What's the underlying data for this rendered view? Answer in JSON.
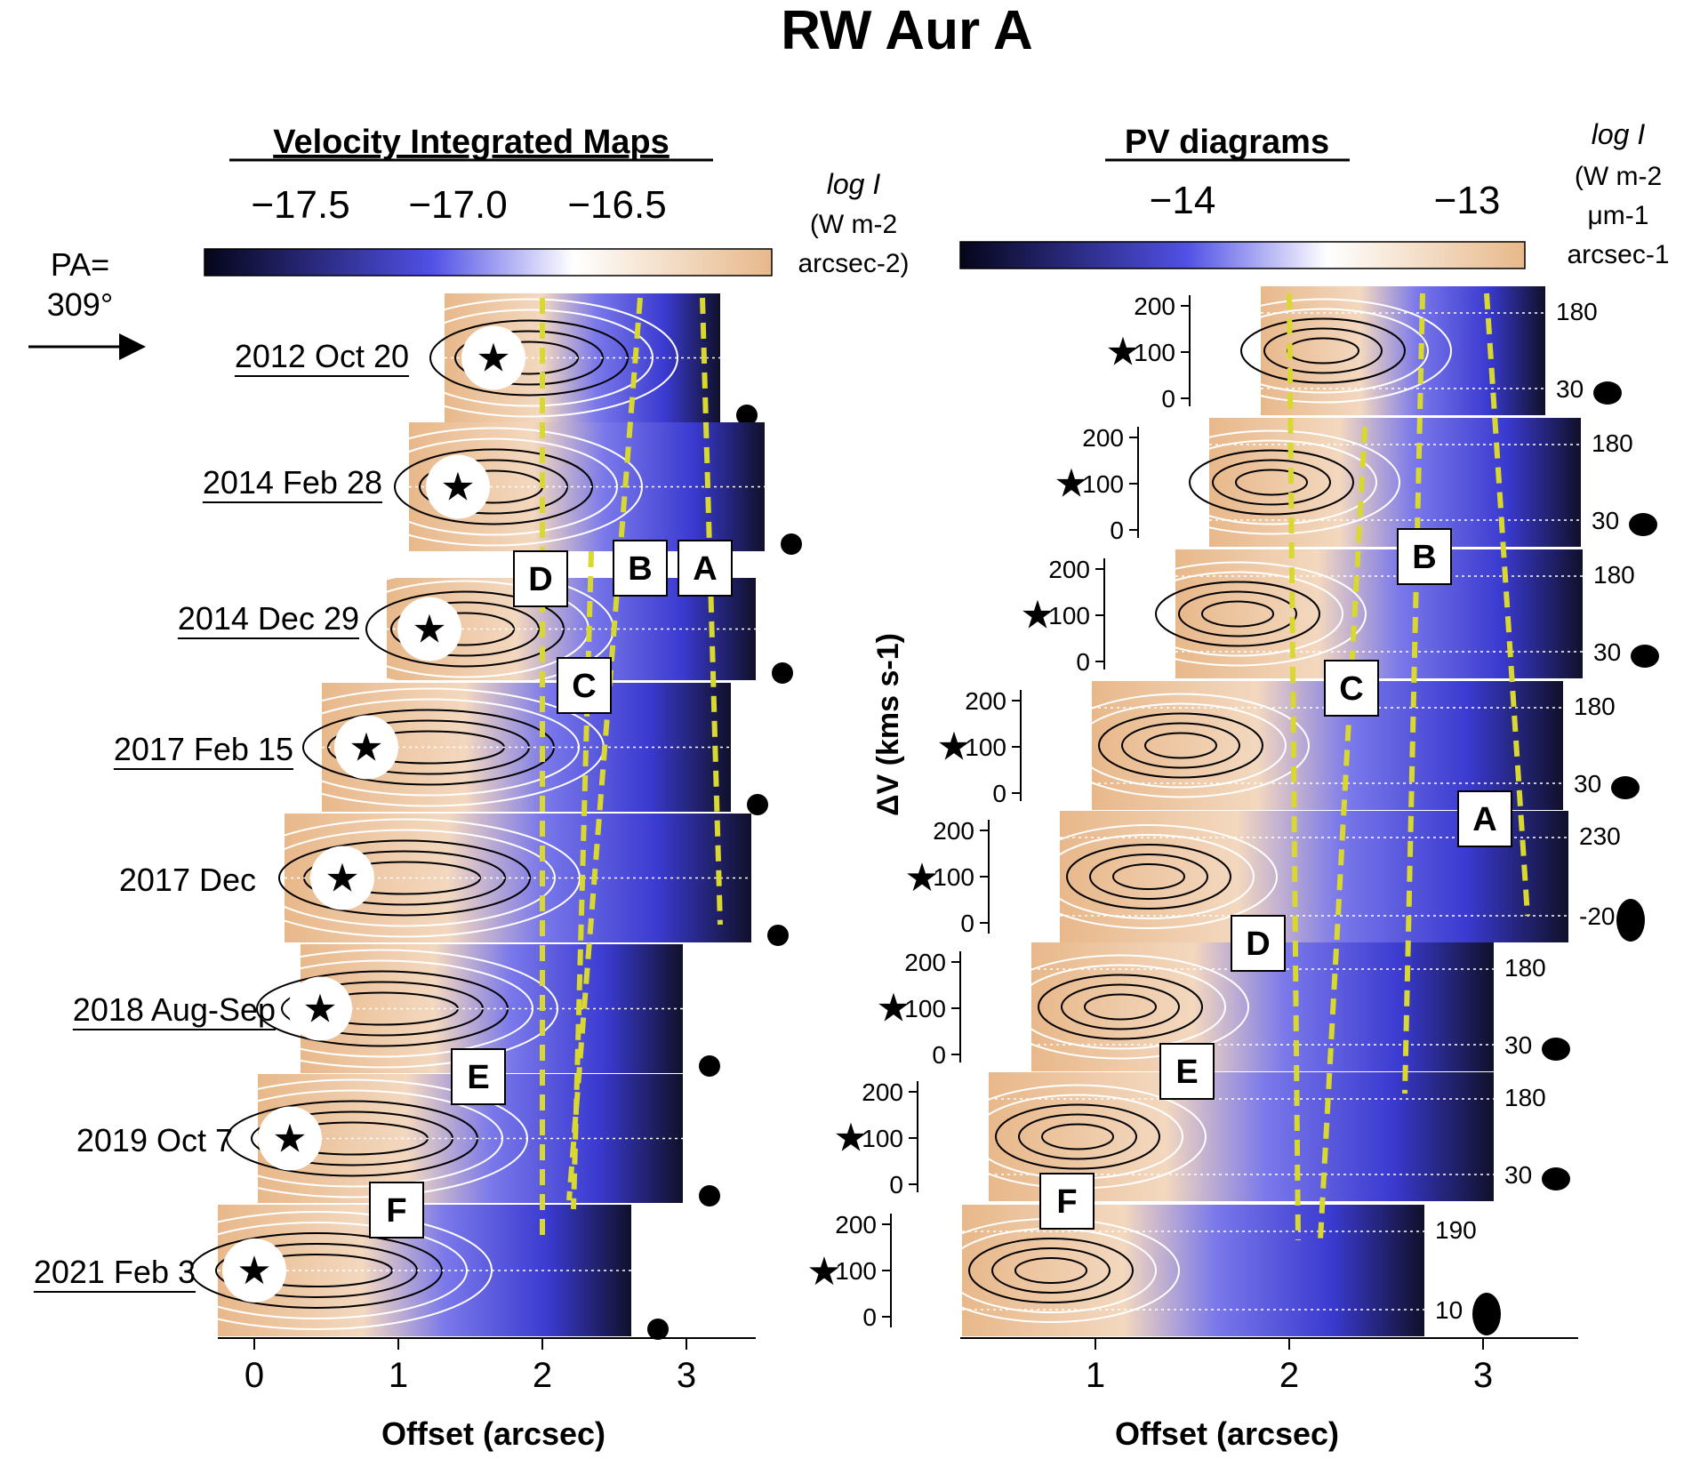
{
  "figure": {
    "title": "RW Aur A",
    "left_panel_title": "Velocity Integrated Maps",
    "right_panel_title": "PV diagrams",
    "pa_label_line1": "PA=",
    "pa_label_line2": "309°"
  },
  "left_colorbar": {
    "ticks": [
      "−17.5",
      "−17.0",
      "−16.5"
    ],
    "label_line1": "log I",
    "label_line2": "(W m-2",
    "label_line3": "arcsec-2)"
  },
  "right_colorbar": {
    "ticks": [
      "−14",
      "−13"
    ],
    "label_line1": "log I",
    "label_line2": "(W m-2",
    "label_line3": "μm-1",
    "label_line4": "arcsec-1"
  },
  "epochs": [
    {
      "date": "2012 Oct 20",
      "underlined": true,
      "pv_top": "180",
      "pv_bottom": "30"
    },
    {
      "date": "2014 Feb 28",
      "underlined": true,
      "pv_top": "180",
      "pv_bottom": "30"
    },
    {
      "date": "2014 Dec 29",
      "underlined": true,
      "pv_top": "180",
      "pv_bottom": "30"
    },
    {
      "date": "2017 Feb 15",
      "underlined": true,
      "pv_top": "180",
      "pv_bottom": "30"
    },
    {
      "date": "2017 Dec",
      "underlined": false,
      "pv_top": "230",
      "pv_bottom": "-20"
    },
    {
      "date": "2018 Aug-Sep",
      "underlined": true,
      "pv_top": "180",
      "pv_bottom": "30"
    },
    {
      "date": "2019 Oct 7",
      "underlined": false,
      "pv_top": "180",
      "pv_bottom": "30"
    },
    {
      "date": "2021 Feb 3",
      "underlined": true,
      "pv_top": "190",
      "pv_bottom": "10"
    }
  ],
  "knot_labels": {
    "left": [
      "D",
      "B",
      "A",
      "C",
      "E",
      "F"
    ],
    "right": [
      "B",
      "C",
      "A",
      "D",
      "E",
      "F"
    ]
  },
  "pv_yticks": [
    "200",
    "100",
    "0"
  ],
  "left_axis": {
    "xticks": [
      "0",
      "1",
      "2",
      "3"
    ],
    "xlabel": "Offset (arcsec)"
  },
  "right_axis": {
    "xticks": [
      "1",
      "2",
      "3"
    ],
    "xlabel": "Offset (arcsec)",
    "ylabel": "ΔV (kms s-1)"
  },
  "colors": {
    "dark": "#05051a",
    "blue": "#5050e6",
    "white": "#ffffff",
    "orange": "#e8b88a",
    "knot_arrow": "#d8d830",
    "dark_arrow": "#333333"
  }
}
